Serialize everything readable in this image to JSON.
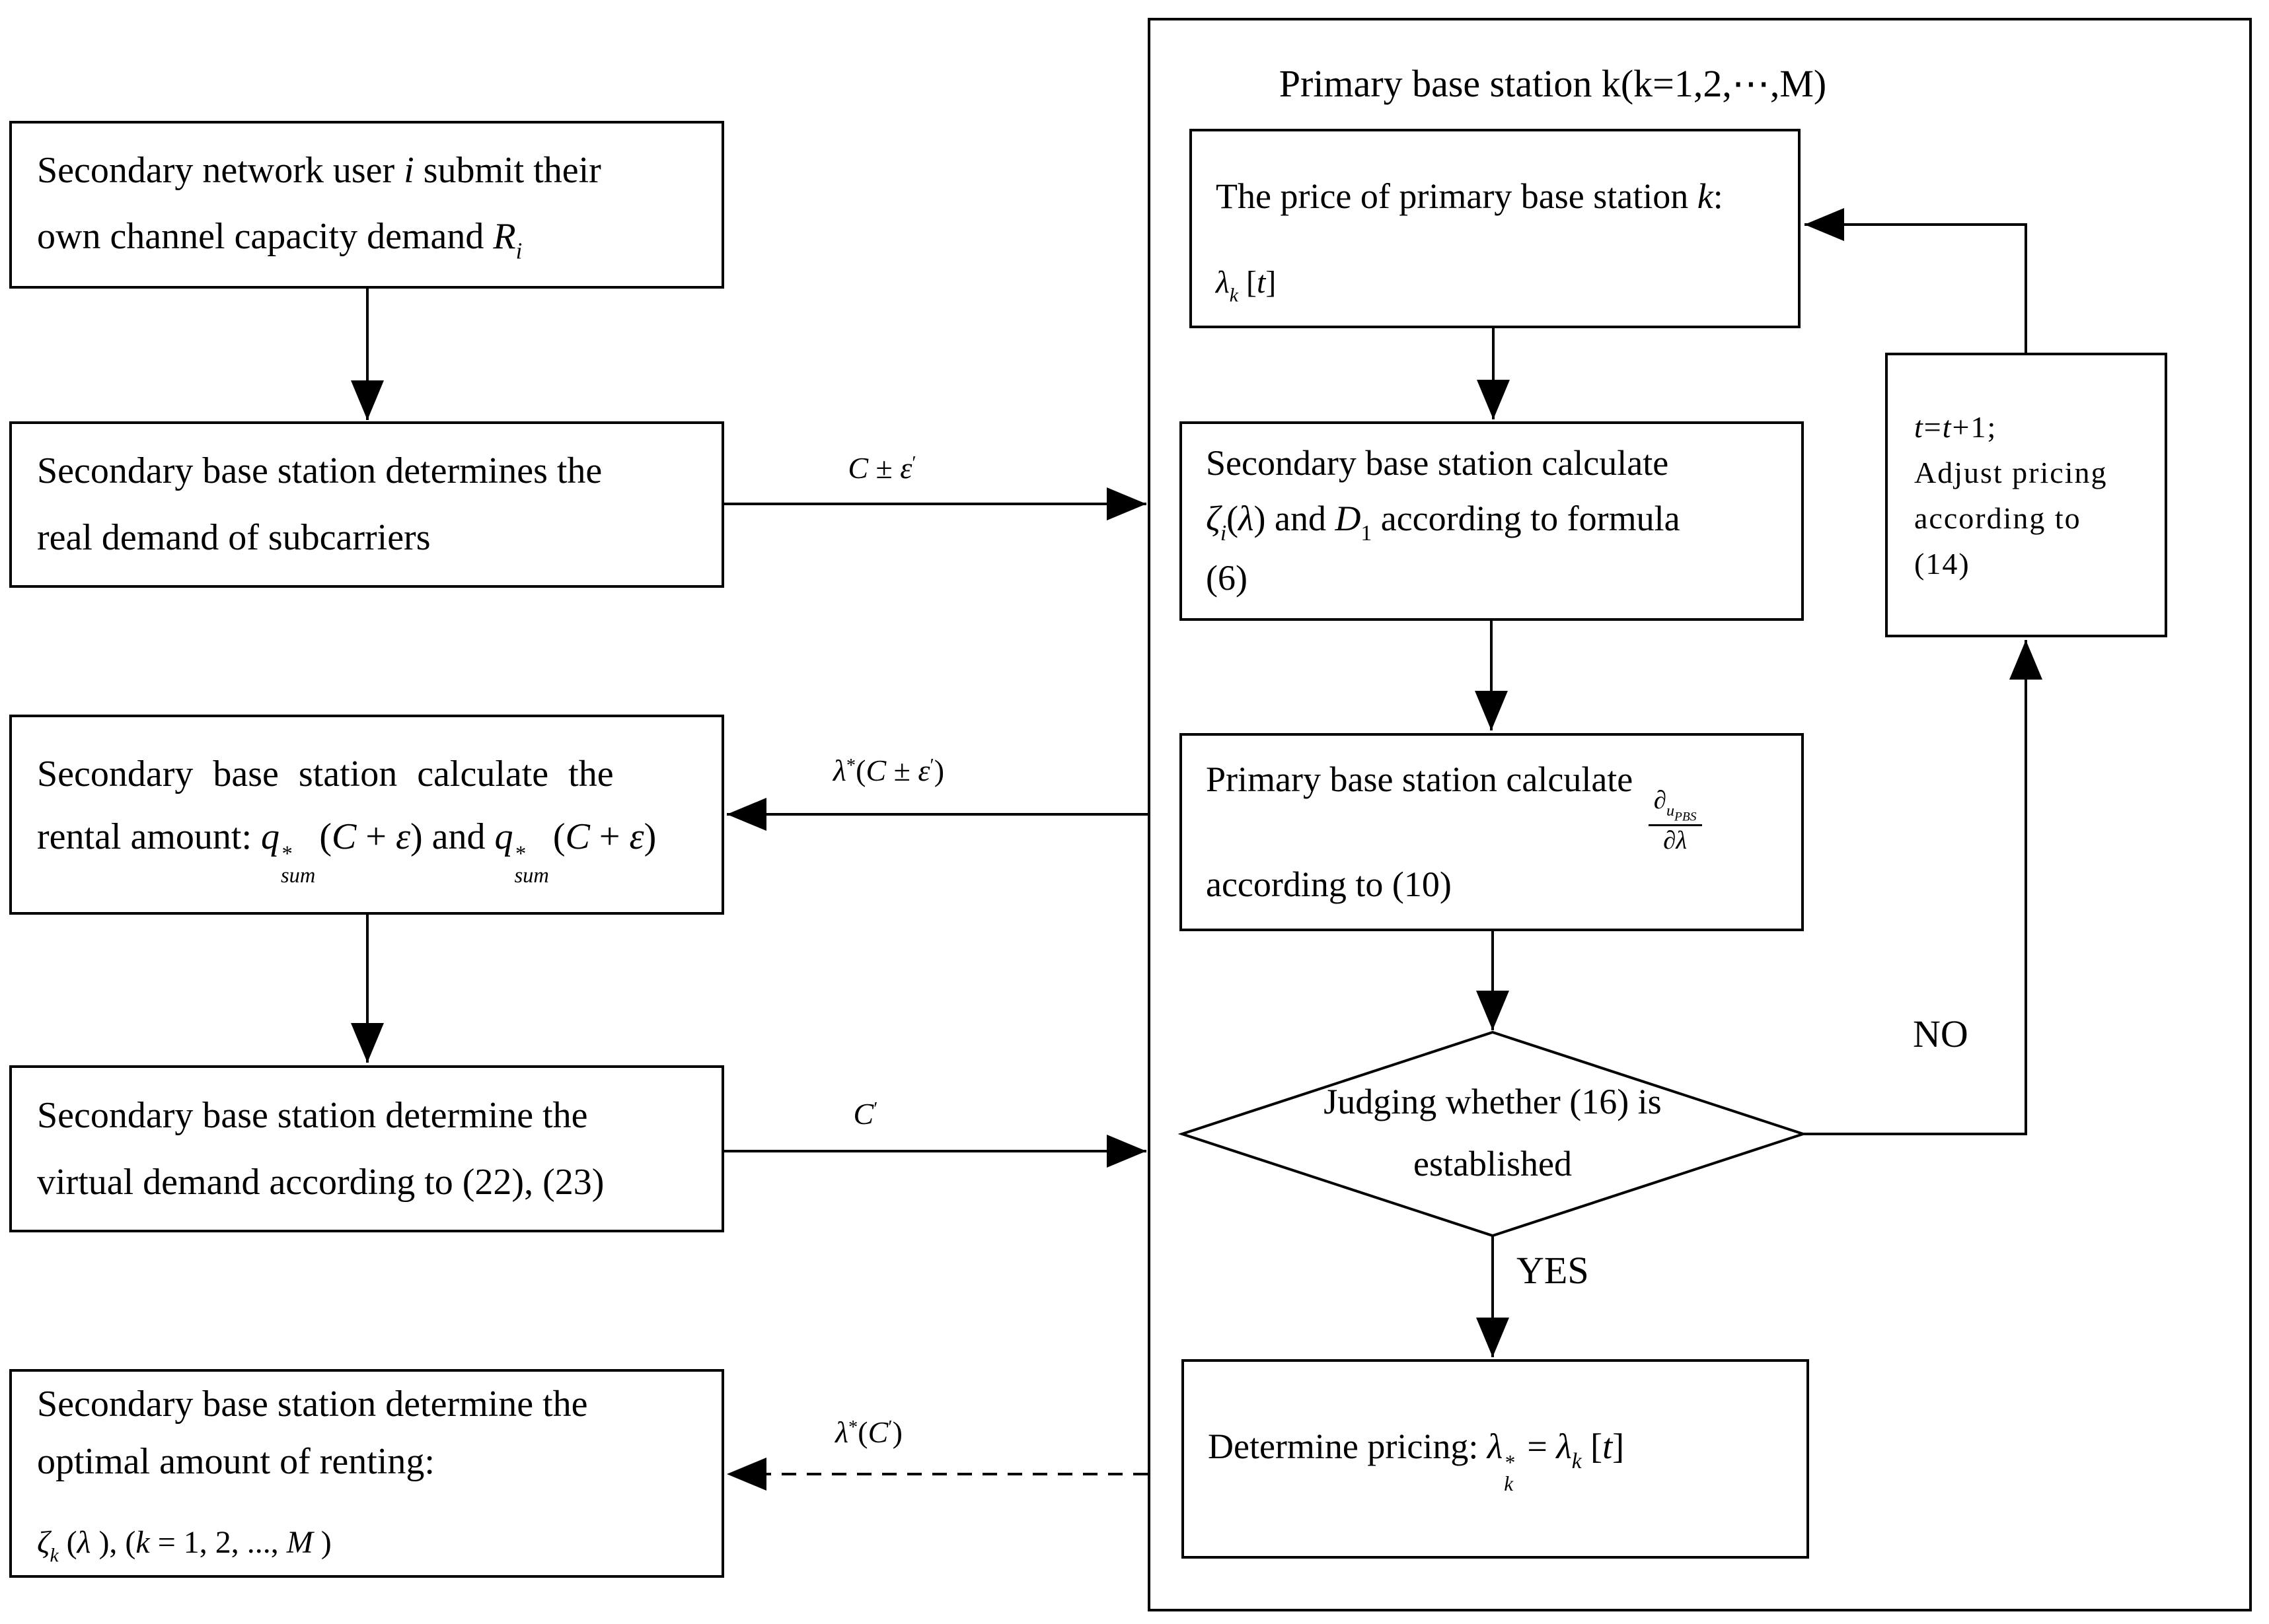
{
  "colors": {
    "ink": "#000000",
    "paper": "#ffffff"
  },
  "left": {
    "box_submit": [
      {
        "v": "Secondary network user "
      },
      {
        "v": "i",
        "i": true
      },
      {
        "v": " submit their"
      },
      {
        "br": true
      },
      {
        "v": "own channel capacity demand "
      },
      {
        "v": "R",
        "i": true
      },
      {
        "v": "i",
        "i": true,
        "s": "sub"
      }
    ],
    "box_real_demand": [
      {
        "v": "Secondary base station determines the"
      },
      {
        "br": true
      },
      {
        "v": "real demand of subcarriers"
      }
    ],
    "box_rental": [
      {
        "v": "Secondary base station calculate the",
        "ws": 16
      },
      {
        "br": true
      },
      {
        "v": "rental amount: "
      },
      {
        "v": "q",
        "i": true
      },
      {
        "stack": [
          "*",
          "sum"
        ]
      },
      {
        "v": "("
      },
      {
        "v": "C",
        "i": true
      },
      {
        "v": " + "
      },
      {
        "v": "ε",
        "i": true
      },
      {
        "v": ") and "
      },
      {
        "v": "q",
        "i": true
      },
      {
        "stack": [
          "*",
          "sum"
        ]
      },
      {
        "v": "("
      },
      {
        "v": "C",
        "i": true
      },
      {
        "v": " + "
      },
      {
        "v": "ε",
        "i": true
      },
      {
        "v": ")"
      }
    ],
    "box_virtual": [
      {
        "v": "Secondary base station determine the"
      },
      {
        "br": true
      },
      {
        "v": "virtual demand according to (22), (23)"
      }
    ],
    "box_optimal_sentence": [
      {
        "v": "Secondary base station determine the"
      },
      {
        "br": true
      },
      {
        "v": "optimal amount of renting:"
      }
    ],
    "box_optimal_formula": [
      {
        "v": "ζ",
        "i": true
      },
      {
        "v": "k",
        "i": true,
        "s": "sub"
      },
      {
        "v": " ("
      },
      {
        "v": "λ",
        "i": true
      },
      {
        "v": " ), ("
      },
      {
        "v": "k",
        "i": true
      },
      {
        "v": " = 1, 2, ..., "
      },
      {
        "v": "M",
        "i": true
      },
      {
        "v": " )"
      }
    ]
  },
  "labels": {
    "c_eps": [
      {
        "v": "C",
        "i": true
      },
      {
        "v": " ± "
      },
      {
        "v": "ε",
        "i": true
      },
      {
        "v": "′",
        "s": "sup"
      }
    ],
    "lambda_c_eps": [
      {
        "v": "λ",
        "i": true
      },
      {
        "v": "*",
        "s": "sup"
      },
      {
        "v": "("
      },
      {
        "v": "C",
        "i": true
      },
      {
        "v": " ± "
      },
      {
        "v": "ε",
        "i": true
      },
      {
        "v": "′",
        "s": "sup"
      },
      {
        "v": ")"
      }
    ],
    "c_prime": [
      {
        "v": "C",
        "i": true
      },
      {
        "v": "′",
        "s": "sup"
      }
    ],
    "lambda_c_prime": [
      {
        "v": "λ",
        "i": true
      },
      {
        "v": "*",
        "s": "sup"
      },
      {
        "v": "("
      },
      {
        "v": "C",
        "i": true
      },
      {
        "v": "′",
        "s": "sup"
      },
      {
        "v": ")"
      }
    ]
  },
  "container": {
    "title": "Primary base station k(k=1,2,⋯,M)",
    "box_price_line1": [
      {
        "v": "The price of primary base station "
      },
      {
        "v": "k",
        "i": true
      },
      {
        "v": ":"
      }
    ],
    "box_price_line2": [
      {
        "v": "λ",
        "i": true
      },
      {
        "v": "k",
        "i": true,
        "s": "sub"
      },
      {
        "v": " ["
      },
      {
        "v": "t",
        "i": true
      },
      {
        "v": "]"
      }
    ],
    "box_sbs_calc": [
      {
        "v": "Secondary base station calculate"
      },
      {
        "br": true
      },
      {
        "v": "ζ",
        "i": true
      },
      {
        "v": "i",
        "i": true,
        "s": "sub"
      },
      {
        "v": "("
      },
      {
        "v": "λ",
        "i": true
      },
      {
        "v": ")"
      },
      {
        "v": "  and  "
      },
      {
        "v": "D",
        "i": true
      },
      {
        "v": "1",
        "s": "sub"
      },
      {
        "v": "  according to formula"
      },
      {
        "br": true
      },
      {
        "v": "(6)"
      }
    ],
    "box_pbs_calc": [
      {
        "v": "Primary base station calculate "
      },
      {
        "frac": {
          "num": [
            {
              "v": "∂",
              "i": true
            },
            {
              "v": "u",
              "i": true,
              "s": "sub"
            },
            {
              "v": "PBS",
              "i": true,
              "s": "sub2"
            }
          ],
          "den": [
            {
              "v": "∂",
              "i": true
            },
            {
              "v": "λ",
              "i": true
            }
          ]
        }
      },
      {
        "br": true
      },
      {
        "v": "according to (10)"
      }
    ],
    "decision_line1": "Judging whether (16) is",
    "decision_line2": "established",
    "yes_label": "YES",
    "no_label": "NO",
    "box_pricing": [
      {
        "v": "Determine pricing: "
      },
      {
        "v": "λ",
        "i": true
      },
      {
        "stack": [
          "*",
          "k"
        ]
      },
      {
        "v": " = "
      },
      {
        "v": "λ",
        "i": true
      },
      {
        "v": "k",
        "i": true,
        "s": "sub"
      },
      {
        "v": " ["
      },
      {
        "v": "t",
        "i": true
      },
      {
        "v": "]"
      }
    ],
    "loop_line1": [
      {
        "v": "t",
        "i": true
      },
      {
        "v": "="
      },
      {
        "v": "t",
        "i": true
      },
      {
        "v": "+1;"
      }
    ],
    "loop_line2": "Adjust pricing according to (14)"
  }
}
